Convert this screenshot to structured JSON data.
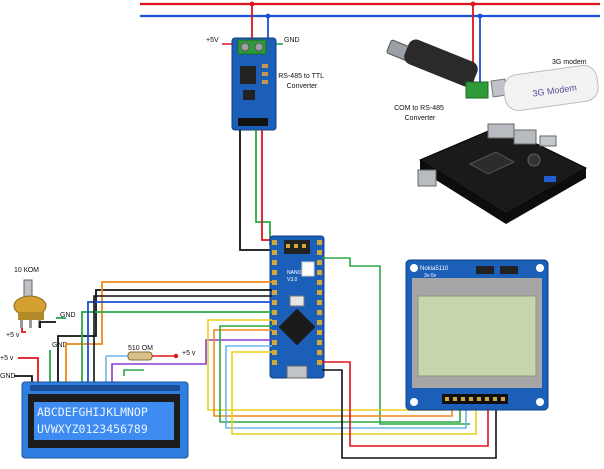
{
  "labels": {
    "plus5v_top": "+5V",
    "gnd_top": "GND",
    "rs485_converter": [
      "RS-485 to TTL",
      "Converter"
    ],
    "com_converter": [
      "COM to RS-485",
      "Converter"
    ],
    "modem_title": "3G modem",
    "modem_brand": "3G Modem",
    "pot_value": "10 КОМ",
    "pot_plus5v": "+5 v",
    "pot_gnd": "GND",
    "lcd_gnd": "GND",
    "lcd_plus5v": "+5 v",
    "lcd_gnd_left": "GND",
    "resistor_value": "510 ОМ",
    "resistor_plus5v": "+5 v",
    "nano_text": [
      "NANO",
      "V3.0"
    ],
    "nokia_title": "Nokia5110",
    "nokia_voltage": "3v-5v"
  },
  "lcd_lines": [
    "ABCDEFGHIJKLMNOP",
    "UVWXYZ0123456789"
  ],
  "colors": {
    "wire_red": "#e0141b",
    "wire_blue": "#1a4fd6",
    "wire_black": "#111111",
    "wire_green": "#2aa845",
    "wire_yellow": "#e8d21c",
    "wire_orange": "#f08a16",
    "wire_purple": "#8a3ad0",
    "wire_lightblue": "#6fb6e8",
    "lcd_blue": "#2f7fe0",
    "pcb_blue": "#1b5fb8",
    "nokia_screen": "#c8d6ae"
  }
}
